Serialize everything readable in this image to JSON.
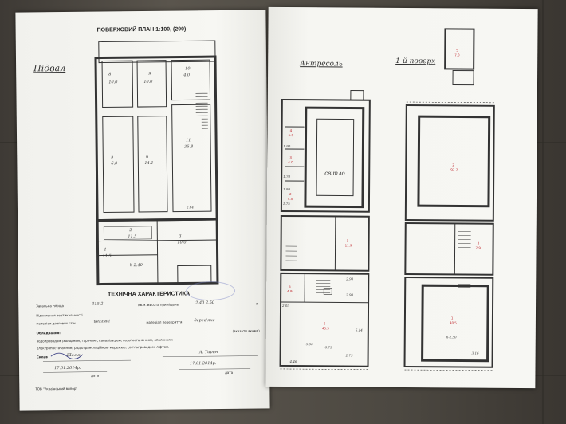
{
  "left_sheet": {
    "plan_title": "ПОВЕРХОВИЙ ПЛАН 1:100, (200)",
    "floor_label": "Підвал",
    "rooms": [
      {
        "num": "8",
        "area": "10.0"
      },
      {
        "num": "9",
        "area": "10.0"
      },
      {
        "num": "10",
        "area": "4.0"
      },
      {
        "num": "5",
        "area": "6.0"
      },
      {
        "num": "6",
        "area": "14.1"
      },
      {
        "num": "11",
        "area": "35.8"
      },
      {
        "num": "2",
        "area": "11.5"
      },
      {
        "num": "3",
        "area": "10.0"
      },
      {
        "num": "1",
        "area": "11.5"
      }
    ],
    "dimension_264": "2.64",
    "height_label": "h-2.40",
    "tech_title": "ТЕХНІЧНА ХАРАКТЕРИСТИКА",
    "total_area_label": "Загальна площа",
    "total_area_value": "315.2",
    "height_room_label": "кв.м. Висота приміщень",
    "height_room_value": "2.40   2.50",
    "height_unit": "м",
    "deviation_label": "Відхилення вертикальності",
    "wall_material_label": "матеріал довгових стін",
    "wall_material_value": "цегляні",
    "ceiling_material_label": "матеріал перекриття",
    "ceiling_material_value": "дерев'яне",
    "equipment_label": "Обладнання:",
    "equipment_note": "(вказати якими)",
    "utilities_line1": "водопроводом (холодним, гарячим), каналізацією, газопостачанням, опаленням",
    "utilities_line2": "електропостачанням, радіотрансляційною мережею, світлопроводом, ліфтом.",
    "composed_label": "Склав",
    "composed_name": "Шалиц",
    "checked_name": "А. Тирин",
    "date_left": "17.01.2014р.",
    "date_right": "17.01.2014р.",
    "date_caption": "дата",
    "company": "ТОВ \"Український випор\""
  },
  "right_sheet": {
    "mezzanine_label": "Антресоль",
    "first_floor_label": "1-й поверх",
    "light_label": "світло",
    "mezz_rooms": [
      {
        "num": "4",
        "area": "6.6"
      },
      {
        "num": "3",
        "area": "4.0"
      },
      {
        "num": "2",
        "area": "4.0"
      },
      {
        "num": "1",
        "area": "11.9"
      },
      {
        "num": "5",
        "area": "4.9"
      },
      {
        "num": "6",
        "area": "43.3"
      }
    ],
    "floor1_rooms": [
      {
        "num": "2",
        "area": "92.7"
      },
      {
        "num": "3",
        "area": "7.9"
      },
      {
        "num": "1",
        "area": "40.5"
      },
      {
        "num": "5",
        "area": "7.0"
      }
    ],
    "dims": [
      "1.90",
      "1.70",
      "1.80",
      "1.75",
      "2.90",
      "2.90",
      "2.03",
      "5.00",
      "2.75",
      "4.46",
      "0.75",
      "5.14",
      "3.16"
    ],
    "height_label": "h-2.50"
  }
}
